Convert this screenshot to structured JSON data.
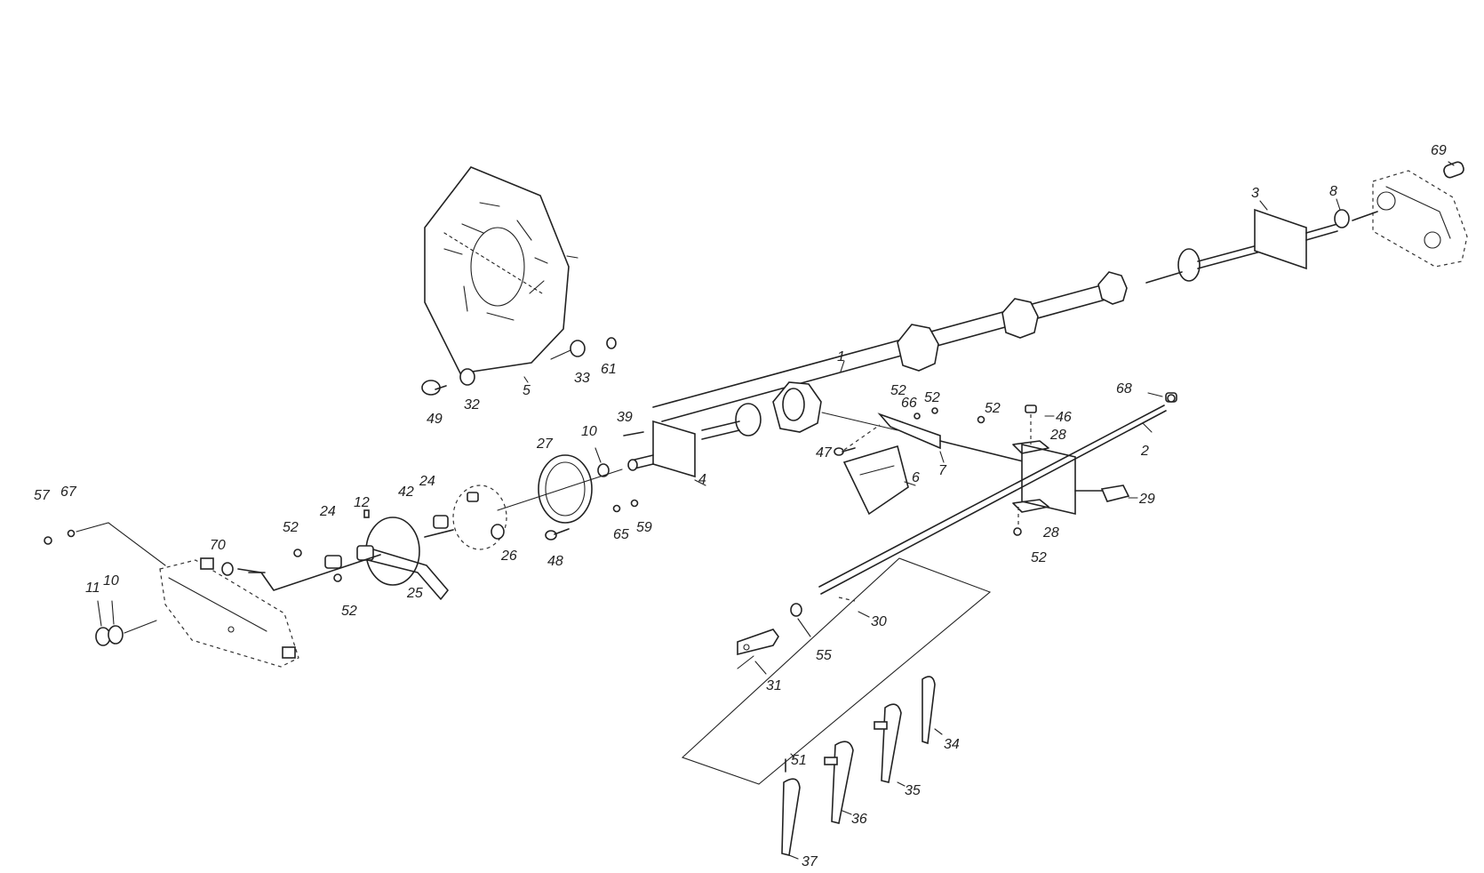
{
  "labels": {
    "l1": "1",
    "l2": "2",
    "l3": "3",
    "l4": "4",
    "l5": "5",
    "l6": "6",
    "l7": "7",
    "l8": "8",
    "l10a": "10",
    "l10b": "10",
    "l11": "11",
    "l12": "12",
    "l24a": "24",
    "l24b": "24",
    "l25": "25",
    "l26": "26",
    "l27": "27",
    "l28a": "28",
    "l28b": "28",
    "l29": "29",
    "l30": "30",
    "l31": "31",
    "l32": "32",
    "l33": "33",
    "l34": "34",
    "l35": "35",
    "l36": "36",
    "l37": "37",
    "l39": "39",
    "l42": "42",
    "l46": "46",
    "l47": "47",
    "l48": "48",
    "l49": "49",
    "l51": "51",
    "l52a": "52",
    "l52b": "52",
    "l52c": "52",
    "l52d": "52",
    "l52e": "52",
    "l52f": "52",
    "l55": "55",
    "l57": "57",
    "l59": "59",
    "l61": "61",
    "l65": "65",
    "l66": "66",
    "l67": "67",
    "l68": "68",
    "l69": "69",
    "l70": "70"
  }
}
